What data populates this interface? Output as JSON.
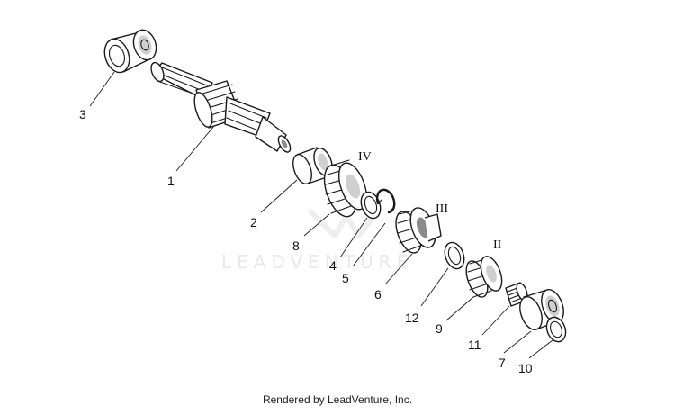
{
  "watermark": {
    "text": "LEADVENTURE"
  },
  "callouts": {
    "c1": "1",
    "c2": "2",
    "c3": "3",
    "c4": "4",
    "c5": "5",
    "c6": "6",
    "c7": "7",
    "c8": "8",
    "c9": "9",
    "c10": "10",
    "c11": "11",
    "c12": "12"
  },
  "gear_labels": {
    "iv": "IV",
    "iii": "III",
    "ii": "II"
  },
  "footer": {
    "rendered_by": "Rendered by LeadVenture, Inc."
  }
}
